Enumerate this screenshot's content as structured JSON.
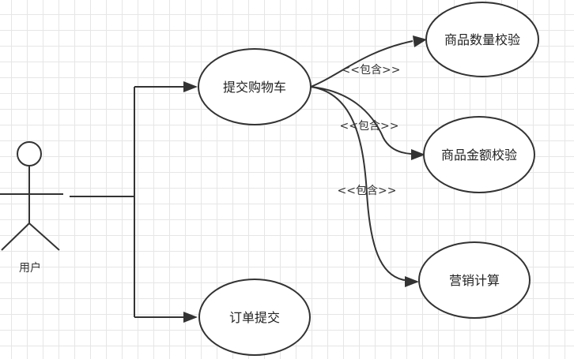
{
  "actor": {
    "label": "用户"
  },
  "use_cases": {
    "submit_cart": "提交购物车",
    "submit_order": "订单提交",
    "qty_check": "商品数量校验",
    "amount_check": "商品金额校验",
    "marketing_calc": "营销计算"
  },
  "relations": {
    "include_1": "<<包含>>",
    "include_2": "<<包含>>",
    "include_3": "<<包含>>"
  }
}
